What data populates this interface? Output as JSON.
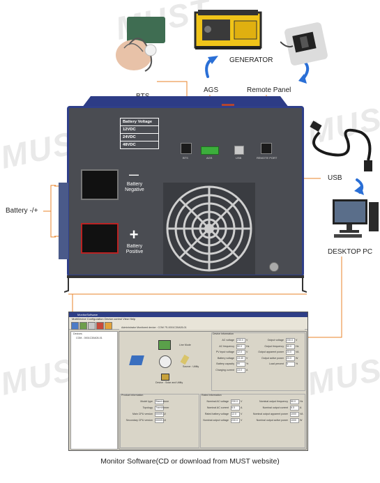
{
  "labels": {
    "generator": "GENERATOR",
    "bts": "BTS",
    "ags": "AGS",
    "remote_panel": "Remote Panel",
    "usb": "USB",
    "desktop_pc": "DESKTOP PC",
    "battery": "Battery -/+",
    "caption": "Monitor Software(CD or download from MUST website)"
  },
  "watermark": "MUST",
  "inverter": {
    "battery_voltage_header": "Battery Voltage",
    "voltages": [
      "12VDC",
      "24VDC",
      "48VDC"
    ],
    "ports": {
      "bts": "BTS",
      "ags": "AGS",
      "usb": "USB",
      "remote": "REMOTE PORT"
    },
    "battery_negative": "Battery\nNegative",
    "battery_positive": "Battery\nPositive",
    "negative_symbol": "—",
    "positive_symbol": "+"
  },
  "software": {
    "title": "MonitorSoftware",
    "menu": "MultiDevice Configuration   Device control   View   Help",
    "tree_root": "Devices",
    "tree_item": "COM - 0001C30A05-01",
    "header": "Administrator  Monitored device : COM 7S-0001C30A05-01",
    "modes": {
      "line": "Line Mode",
      "source": "Source : Utility",
      "device": "Device : Solar and Utility"
    },
    "device_info_title": "Device Information",
    "device_info": [
      {
        "label": "AC voltage",
        "value": "230.0",
        "unit": "V"
      },
      {
        "label": "AC frequency",
        "value": "50.0",
        "unit": "Hz"
      },
      {
        "label": "PV input voltage",
        "value": "12.0",
        "unit": "V"
      },
      {
        "label": "Battery voltage",
        "value": "13.40",
        "unit": "V"
      },
      {
        "label": "Battery capacity",
        "value": "99",
        "unit": "%"
      },
      {
        "label": "Charging current",
        "value": "13.0",
        "unit": "A"
      }
    ],
    "output_info": [
      {
        "label": "Output voltage",
        "value": "230.0",
        "unit": "V"
      },
      {
        "label": "Output frequency",
        "value": "50.0",
        "unit": "Hz"
      },
      {
        "label": "Output apparent power",
        "value": "23.0",
        "unit": "VA"
      },
      {
        "label": "Output active power",
        "value": "23.0",
        "unit": "W"
      },
      {
        "label": "Load percent",
        "value": "5",
        "unit": "%"
      }
    ],
    "product_info_title": "Product Information",
    "product_info": [
      {
        "label": "Model type",
        "value": "Stand alone"
      },
      {
        "label": "Topology",
        "value": "Transformer"
      },
      {
        "label": "Main CPU version",
        "value": "00009.12"
      },
      {
        "label": "Secondary CPU version",
        "value": "00009.14"
      }
    ],
    "rated_info_title": "Rated Information",
    "rated_info": [
      {
        "label": "Nominal AC voltage",
        "value": "230.0",
        "unit": "V"
      },
      {
        "label": "Nominal AC current",
        "value": "6.5",
        "unit": "A"
      },
      {
        "label": "Rated battery voltage",
        "value": "12.0",
        "unit": "V"
      },
      {
        "label": "Nominal output voltage",
        "value": "230.0",
        "unit": "V"
      }
    ],
    "rated_info_right": [
      {
        "label": "Nominal output frequency",
        "value": "50.0",
        "unit": "Hz"
      },
      {
        "label": "Nominal output current",
        "value": "6.5",
        "unit": "A"
      },
      {
        "label": "Nominal output apparent power",
        "value": "1000",
        "unit": "VA"
      },
      {
        "label": "Nominal output active power",
        "value": "1000",
        "unit": "W"
      }
    ]
  },
  "colors": {
    "leader_line": "#e8832a",
    "arrow": "#2a6fd6",
    "unit_trim": "#2f3f8a"
  }
}
